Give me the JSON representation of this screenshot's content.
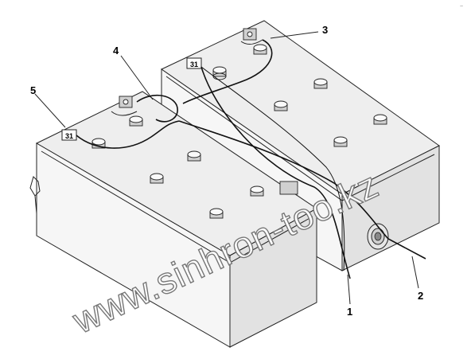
{
  "callouts": [
    {
      "id": "1",
      "label": "1"
    },
    {
      "id": "2",
      "label": "2"
    },
    {
      "id": "3",
      "label": "3"
    },
    {
      "id": "4",
      "label": "4"
    },
    {
      "id": "5",
      "label": "5"
    }
  ],
  "terminal_tags": {
    "rear_battery": "31",
    "front_battery": "31"
  },
  "watermark": "www.sinhron-too.kz",
  "corner_mark": "~",
  "colors": {
    "background": "#ffffff",
    "line": "#222222",
    "watermark_outline": "#777777"
  }
}
